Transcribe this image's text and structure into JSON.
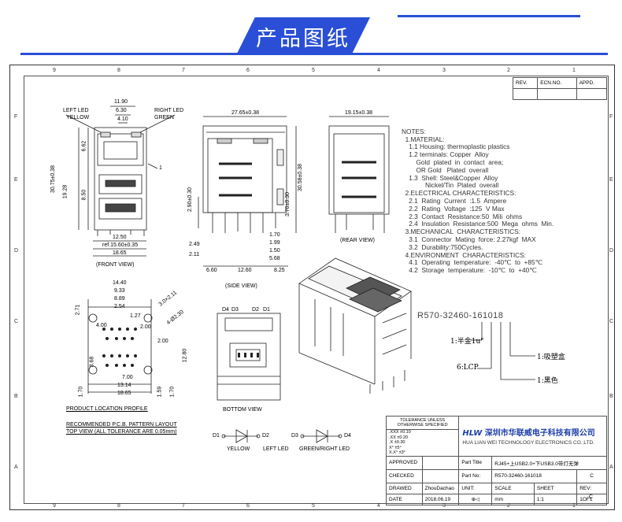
{
  "banner": {
    "title": "产品图纸"
  },
  "revision": {
    "headers": [
      "REV.",
      "ECN.NO.",
      "APPD."
    ]
  },
  "zones": {
    "top": [
      "9",
      "8",
      "7",
      "6",
      "5",
      "4",
      "3",
      "2",
      "1"
    ],
    "side": [
      "F",
      "E",
      "D",
      "C",
      "B",
      "A"
    ]
  },
  "views": {
    "front": {
      "label": "(FRONT VIEW)",
      "left_led": "LEFT LED",
      "left_led_color": "YELLOW",
      "right_led": "RIGHT LED",
      "right_led_color": "GREEN",
      "dims": [
        "11.90",
        "6.30",
        "4.10",
        "6.62",
        "19.28",
        "30.75±0.38",
        "8.50",
        "12.50",
        "ref.15.60±0.35",
        "18.65",
        "1"
      ]
    },
    "side": {
      "label": "(SIDE VIEW)",
      "dims": [
        "27.65±0.38",
        "2.90±0.30",
        "30.58±0.38",
        "3.70±0.30",
        "1.70",
        "1.99",
        "1.50",
        "5.68",
        "2.49",
        "2.11",
        "6.60",
        "12.60",
        "8.25"
      ]
    },
    "rear": {
      "label": "(REAR VIEW)",
      "dims": [
        "19.15±0.38"
      ]
    },
    "pcb": {
      "label": "PRODUCT LOCATION PROFILE",
      "recommended": "RECOMMENDED P.C.B. PATTERN LAYOUT",
      "tolerance": "TOP VIEW (ALL TOLERANCE ARE 0.05mm)",
      "dims": [
        "14.40",
        "9.33",
        "8.89",
        "2.54",
        "1.27",
        "2.71",
        "4.00",
        "2.00",
        "7.00",
        "13.14",
        "18.65",
        "1.59",
        "1.70",
        "3.68",
        "1.70",
        "2.00",
        "12.80",
        "3.0×2.11",
        "4-Ø2.30"
      ]
    },
    "bottom": {
      "label": "BOTTOM VIEW",
      "pins": [
        "D4",
        "D3",
        "D2",
        "D1"
      ]
    }
  },
  "leds": [
    {
      "left": "D1",
      "right": "D2",
      "below_left": "YELLOW",
      "below_right": "LEFT LED"
    },
    {
      "left": "D3",
      "right": "D4",
      "below": "GREEN/RIGHT LED"
    }
  ],
  "notes": {
    "lines": [
      "NOTES:",
      "  1.MATERIAL:",
      "    1.1 Housing: thermoplastic plastics",
      "    1.2 terminals: Copper  Alloy",
      "        Gold  plated  in  contact  area;",
      "        OR Gold   Plated  overall",
      "    1.3  Shell: Steel&Copper  Alloy",
      "             Nickel/Tin  Plated  overall",
      "  2.ELECTRICAL CHARACTERISTICS:",
      "    2.1  Rating  Current  :1.5  Ampere",
      "    2.2  Rating  Voltage  :125  V Max",
      "    2.3  Contact  Resistance:50  Mili  ohms",
      "    2.4  Insulation  Resistance:500  Mega  ohms  Min.",
      "  3.MECHANICAL  CHARACTERISTICS:",
      "    3.1  Connector  Mating  force: 2.27kgf  MAX",
      "    3.2  Durability:750Cycles.",
      "  4.ENVIRONMENT  CHARACTERISTICS:",
      "    4.1  Operating  temperature:  -40℃  to  +85℃",
      "    4.2  Storage  temperature:  -10℃  to  +40℃"
    ]
  },
  "part_code": {
    "number": "R570-32460-161018",
    "legend": [
      "1:半金1u\"",
      "1:吸塑盒",
      "6:LCP",
      "1:黑色"
    ]
  },
  "title_block": {
    "tolerance_title": "TOLERANCE UNLESS OTHERWISE SPECIFIED",
    "tolerances": [
      ".XXX ±0.10",
      ".XX ±0.20",
      ".X ±0.30",
      "X° ±5°",
      "X.X° ±3°"
    ],
    "company_cn": "深圳市华联威电子科技有限公司",
    "company_en": "HUA LIAN WEI TECHNOLOGY ELECTRONICS CO.;LTD.",
    "logo": "HLW",
    "rows": [
      {
        "label": "APPROVED",
        "field": "Part Title",
        "value": "RJ45+上USB2.0+下USB3.0带灯无弹"
      },
      {
        "label": "CHECKED",
        "field": "Part No:",
        "value": "R570-32460-161018",
        "rev": "C"
      },
      {
        "label": "DRAWED",
        "name": "ZhouDachao",
        "field": "UNIT:",
        "value": "mm"
      },
      {
        "label": "DATE",
        "name": "2018.06.19"
      }
    ],
    "unit_hdr": "UNIT:",
    "scale_hdr": "SCALE",
    "sheet_hdr": "SHEET",
    "rev_hdr": "REV:",
    "unit": "mm",
    "scale": "1:1",
    "sheet": "1OF1",
    "rev": "C"
  }
}
